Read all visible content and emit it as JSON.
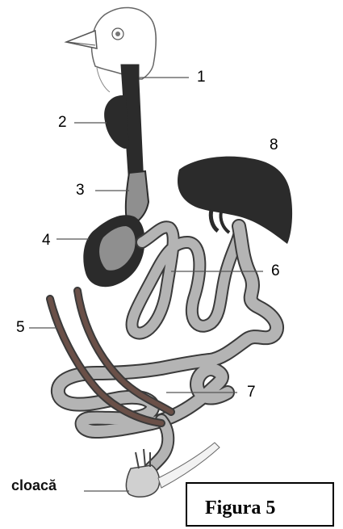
{
  "labels": {
    "n1": "1",
    "n2": "2",
    "n3": "3",
    "n4": "4",
    "n5": "5",
    "n6": "6",
    "n7": "7",
    "n8": "8",
    "cloaca": "cloacă"
  },
  "figure_title": "Figura 5",
  "colors": {
    "dark_organ": "#2b2b2b",
    "gray_organ": "#8f8f8f",
    "intestine": "#b4b4b4",
    "outline": "#3a3a3a",
    "rectum_brown": "#6a5048"
  }
}
